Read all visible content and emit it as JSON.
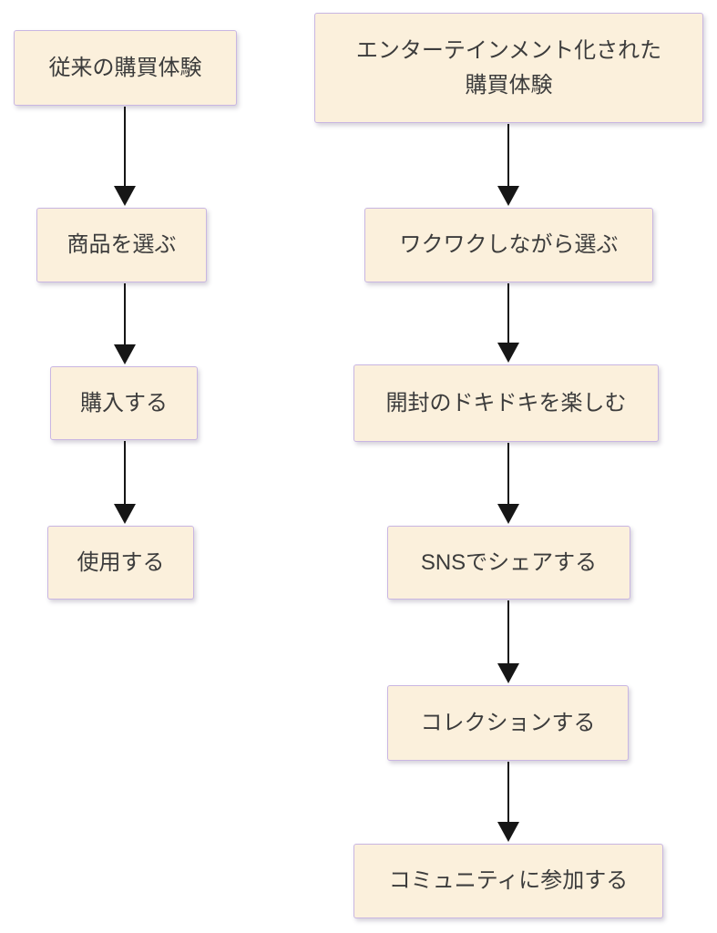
{
  "diagram": {
    "type": "flowchart",
    "direction": "top-down",
    "columns": [
      {
        "id": "traditional",
        "steps": [
          {
            "label": "従来の購買体験"
          },
          {
            "label": "商品を選ぶ"
          },
          {
            "label": "購入する"
          },
          {
            "label": "使用する"
          }
        ]
      },
      {
        "id": "entertainment",
        "steps": [
          {
            "label": "エンターテインメント化された\n購買体験"
          },
          {
            "label": "ワクワクしながら選ぶ"
          },
          {
            "label": "開封のドキドキを楽しむ"
          },
          {
            "label": "SNSでシェアする"
          },
          {
            "label": "コレクションする"
          },
          {
            "label": "コミュニティに参加する"
          }
        ]
      }
    ],
    "colors": {
      "node_fill": "#FBF0DC",
      "node_border": "#C9B6E2",
      "arrow": "#161616",
      "text": "#3C3C3C",
      "background": "#FFFFFF"
    }
  }
}
